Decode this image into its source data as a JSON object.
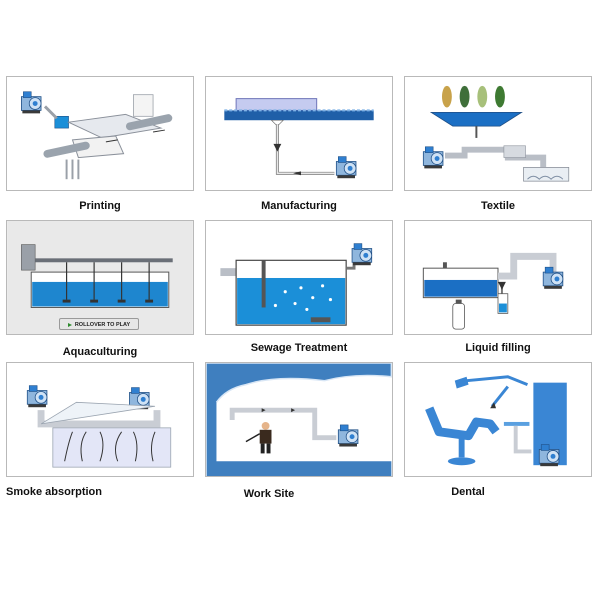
{
  "panels": [
    {
      "id": "printing",
      "label": "Printing"
    },
    {
      "id": "manufacturing",
      "label": "Manufacturing"
    },
    {
      "id": "textile",
      "label": "Textile"
    },
    {
      "id": "aquaculturing",
      "label": "Aquaculturing",
      "button_label": "ROLLOVER TO PLAY"
    },
    {
      "id": "sewage",
      "label": "Sewage Treatment"
    },
    {
      "id": "liquid",
      "label": "Liquid filling"
    },
    {
      "id": "smoke",
      "label": "Smoke absorption"
    },
    {
      "id": "worksite",
      "label": "Work Site"
    },
    {
      "id": "dental",
      "label": "Dental"
    }
  ],
  "colors": {
    "blower_blue": "#2f7fd0",
    "pipe_gray": "#c9cdd4",
    "water_blue": "#1b8fd8",
    "chair_blue": "#3a86d4",
    "cave_blue": "#3f7fbf"
  }
}
